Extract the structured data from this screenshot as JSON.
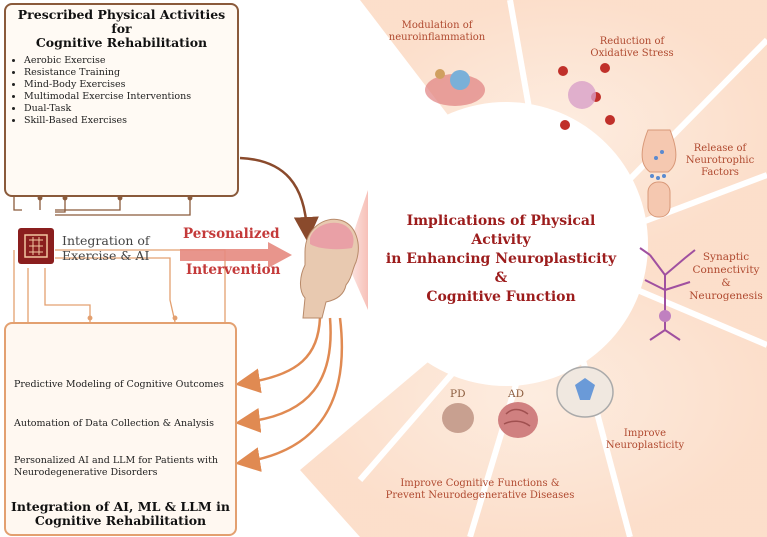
{
  "exercise_panel": {
    "title_line1": "Prescribed Physical Activities for",
    "title_line2": "Cognitive Rehabilitation",
    "activities": [
      "Aerobic Exercise",
      "Resistance Training",
      "Mind-Body Exercises",
      "Multimodal Exercise Interventions",
      "Dual-Task",
      "Skill-Based Exercises"
    ]
  },
  "integration": {
    "line1": "Integration of",
    "line2": "Exercise & AI"
  },
  "arrow_labels": {
    "top": "Personalized",
    "bottom": "Intervention"
  },
  "ai_panel": {
    "items": [
      "Predictive Modeling of Cognitive Outcomes",
      "Automation of Data Collection & Analysis",
      "Personalized AI and LLM for Patients with",
      "Neurodegenerative Disorders"
    ],
    "footer_line1": "Integration of AI, ML & LLM in",
    "footer_line2": "Cognitive Rehabilitation"
  },
  "center": {
    "line1": "Implications of  Physical Activity",
    "line2": "in  Enhancing Neuroplasticity &",
    "line3": "Cognitive Function"
  },
  "petals": {
    "p1": [
      "Modulation of",
      "neuroinflammation"
    ],
    "p2": [
      "Reduction of",
      "Oxidative Stress"
    ],
    "p3": [
      "Release of",
      "Neurotrophic",
      "Factors"
    ],
    "p4": [
      "Synaptic",
      "Connectivity",
      "&",
      "Neurogenesis"
    ],
    "p5": [
      "Improve",
      "Neuroplasticity"
    ],
    "p6": [
      "Improve Cognitive Functions &",
      "Prevent Neurodegenerative Diseases"
    ]
  },
  "disease_labels": {
    "pd": "PD",
    "ad": "AD"
  },
  "colors": {
    "brown": "#8a5a3b",
    "accent_red": "#c43a3a",
    "title_red": "#9c1c1c",
    "petal": "#fbe3d2",
    "orange": "#e3a070"
  }
}
